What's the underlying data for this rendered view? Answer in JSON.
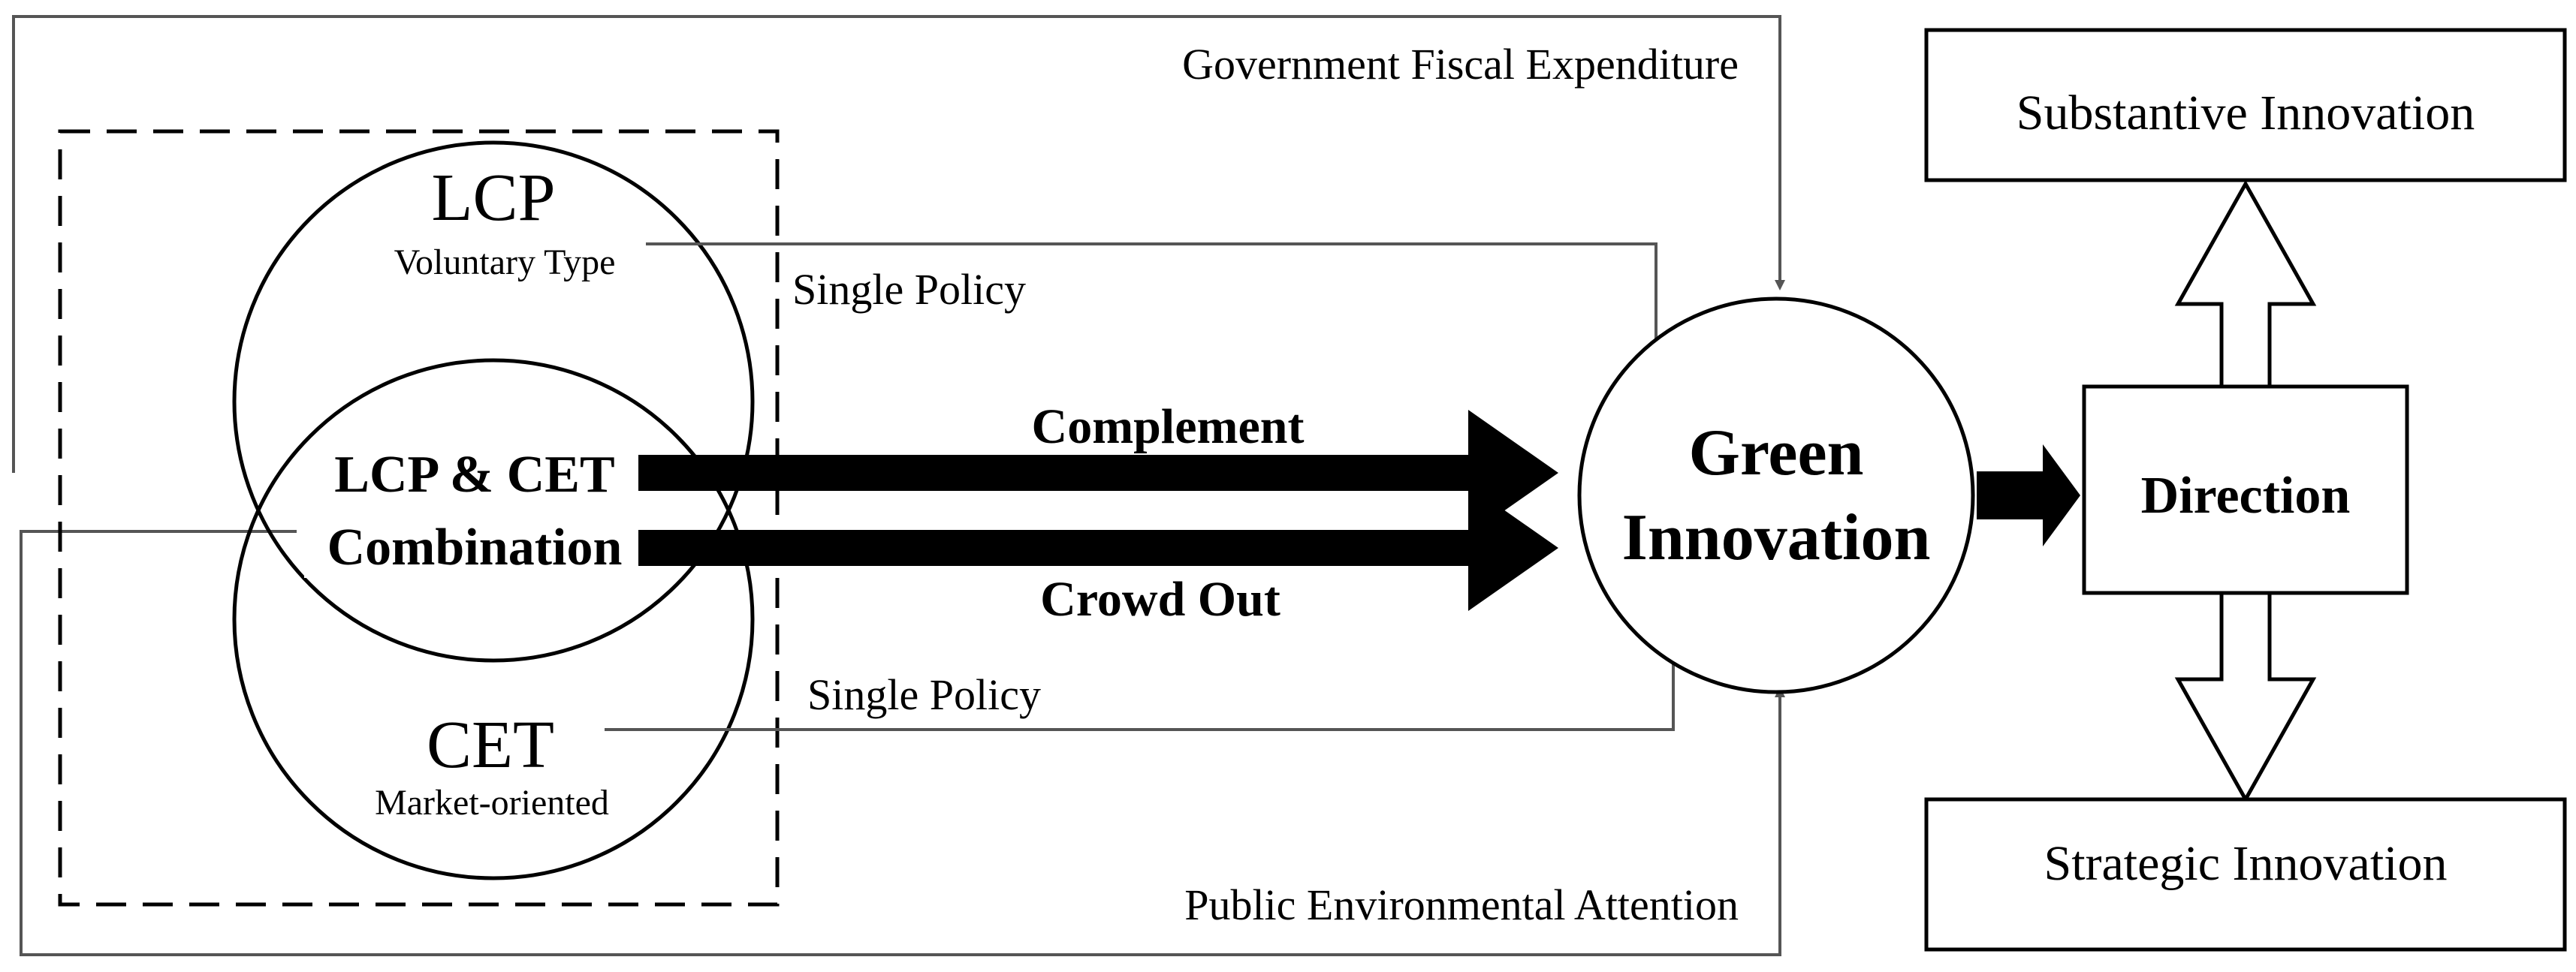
{
  "labels": {
    "gov_expenditure": "Government Fiscal Expenditure",
    "public_attention": "Public Environmental Attention",
    "lcp": "LCP",
    "lcp_type": "Voluntary Type",
    "cet": "CET",
    "cet_type": "Market-oriented",
    "combination_line1": "LCP & CET",
    "combination_line2": "Combination",
    "single_policy_top": "Single Policy",
    "single_policy_bottom": "Single Policy",
    "complement": "Complement",
    "crowd_out": "Crowd Out",
    "green_line1": "Green",
    "green_line2": "Innovation",
    "direction": "Direction",
    "substantive": "Substantive Innovation",
    "strategic": "Strategic Innovation"
  }
}
